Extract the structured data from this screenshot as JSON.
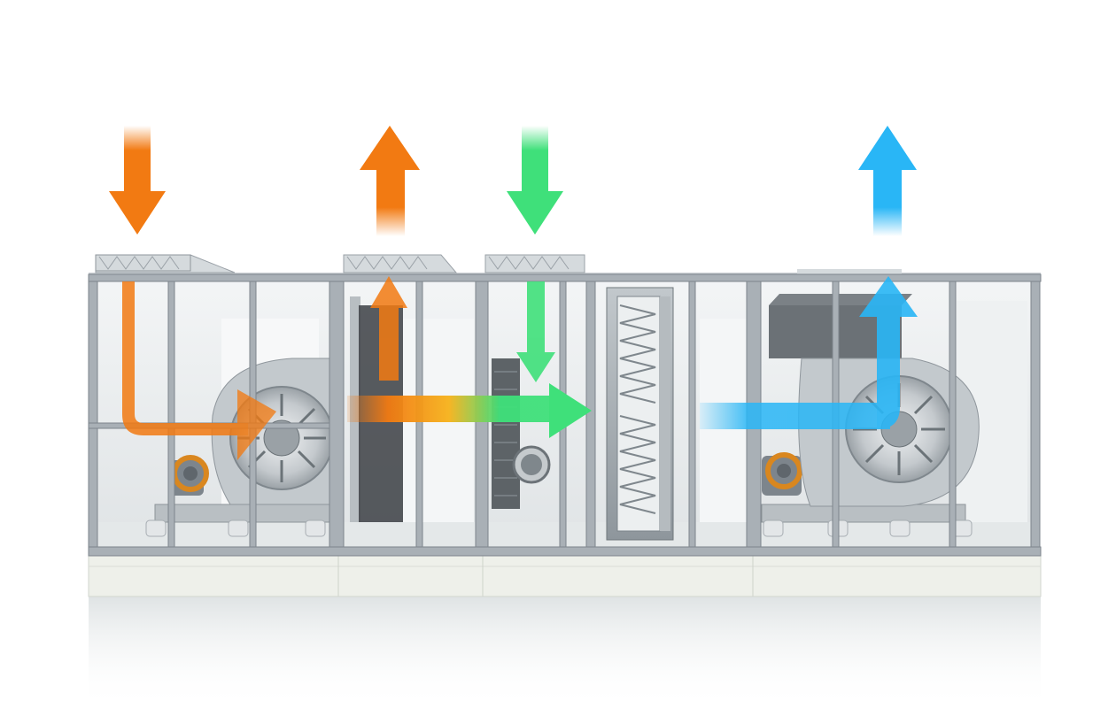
{
  "diagram": {
    "subject": "air-handling-unit-cutaway",
    "colors": {
      "background": "#ffffff",
      "frame": "#a9b0b6",
      "frame_dark": "#7d858c",
      "panel": "#e9ecee",
      "floor": "#e4e8e9",
      "base": "#eef0ea",
      "fan_metal": "#c7ccd0",
      "coil": "#9ba3aa",
      "motor_orange": "#d9871f",
      "exhaust_orange": "#f27a12",
      "fresh_green": "#3fe07a",
      "supply_blue": "#29b6f6"
    },
    "flows": [
      {
        "id": "return-air-in",
        "icon": "arrow-down-icon",
        "color": "#f27a12"
      },
      {
        "id": "exhaust-air-out",
        "icon": "arrow-up-icon",
        "color": "#f27a12"
      },
      {
        "id": "fresh-air-in",
        "icon": "arrow-down-icon",
        "color": "#3fe07a"
      },
      {
        "id": "supply-air-out",
        "icon": "arrow-up-icon",
        "color": "#29b6f6"
      }
    ],
    "components": [
      {
        "id": "return-fan",
        "icon": "fan-icon"
      },
      {
        "id": "mixing-section",
        "icon": "damper-icon"
      },
      {
        "id": "filter-section",
        "icon": "filter-icon"
      },
      {
        "id": "heat-exchanger-coil",
        "icon": "coil-icon"
      },
      {
        "id": "supply-fan",
        "icon": "fan-icon"
      }
    ]
  }
}
